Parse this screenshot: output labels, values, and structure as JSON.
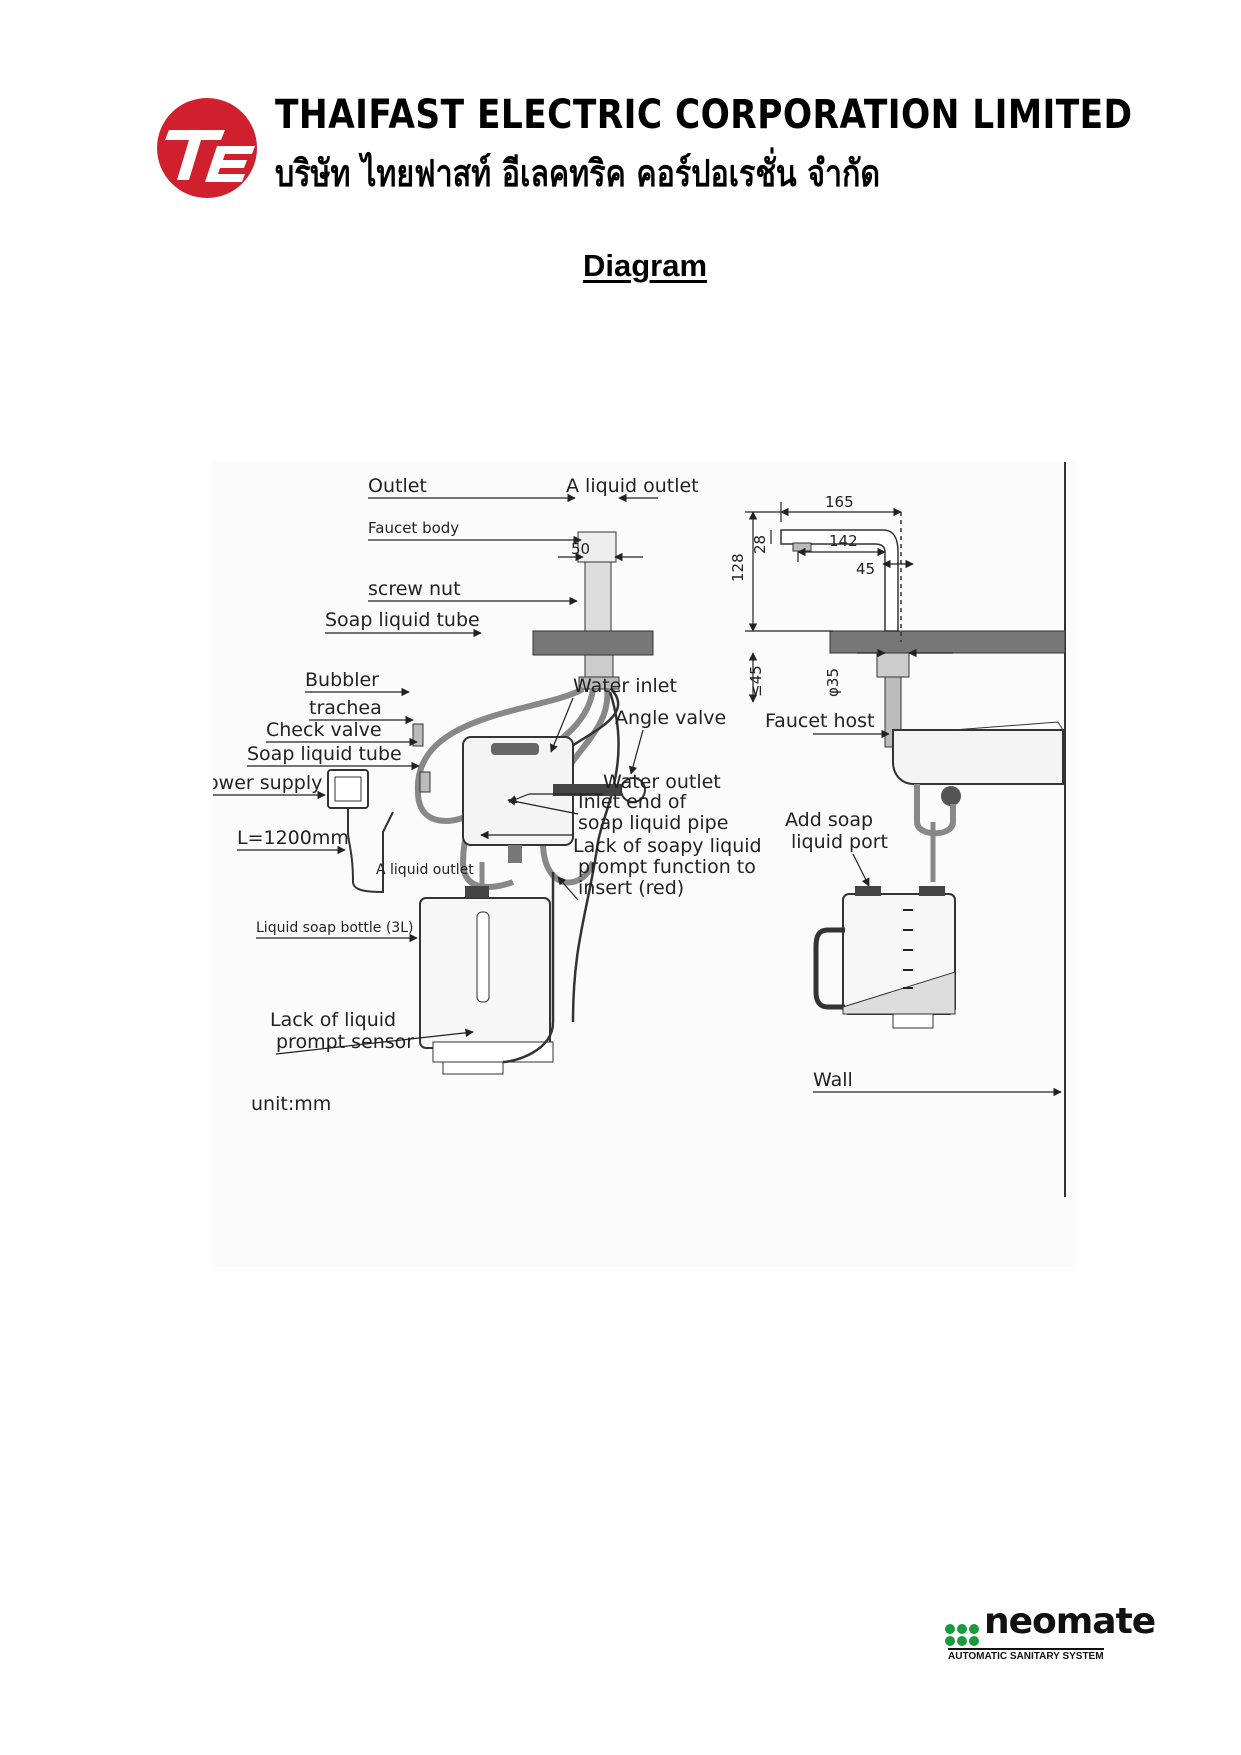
{
  "header": {
    "company_en": "THAIFAST ELECTRIC CORPORATION LIMITED",
    "company_th": "บริษัท ไทยฟาสท์ อีเลคทริค คอร์ปอเรชั่น จำกัด",
    "logo_text": "TE"
  },
  "title": "Diagram",
  "labels": {
    "outlet": "Outlet",
    "a_liquid_outlet_top": "A liquid outlet",
    "faucet_body": "Faucet body",
    "dim_50": "50",
    "screw_nut": "screw nut",
    "soap_liquid_tube_1": "Soap liquid tube",
    "bubbler": "Bubbler",
    "trachea": "trachea",
    "check_valve": "Check valve",
    "soap_liquid_tube_2": "Soap liquid tube",
    "power_supply": "power supply",
    "l_1200": "L=1200mm",
    "a_liquid_outlet_mid": "A liquid outlet",
    "water_inlet": "Water inlet",
    "angle_valve": "Angle valve",
    "water_outlet": "Water outlet",
    "inlet_end_1": "Inlet end of",
    "inlet_end_2": "soap liquid pipe",
    "lack_prompt_1": "Lack of soapy liquid",
    "lack_prompt_2": "prompt function to",
    "lack_prompt_3": "insert (red)",
    "liquid_soap_bottle": "Liquid soap bottle (3L)",
    "lack_sensor_1": "Lack of liquid",
    "lack_sensor_2": "prompt sensor",
    "unit": "unit:mm",
    "dim_165": "165",
    "dim_128": "128",
    "dim_28": "28",
    "dim_142": "142",
    "dim_45": "45",
    "dim_le45": "≤45",
    "dim_phi35": "φ35",
    "faucet_host": "Faucet host",
    "add_soap_1": "Add soap",
    "add_soap_2": "liquid port",
    "wall": "Wall"
  },
  "brand": {
    "name": "neomate",
    "tagline": "AUTOMATIC SANITARY SYSTEM"
  },
  "colors": {
    "logo_red": "#d0202e",
    "brand_green": "#1a9a3a",
    "brand_red": "#d0202e"
  }
}
